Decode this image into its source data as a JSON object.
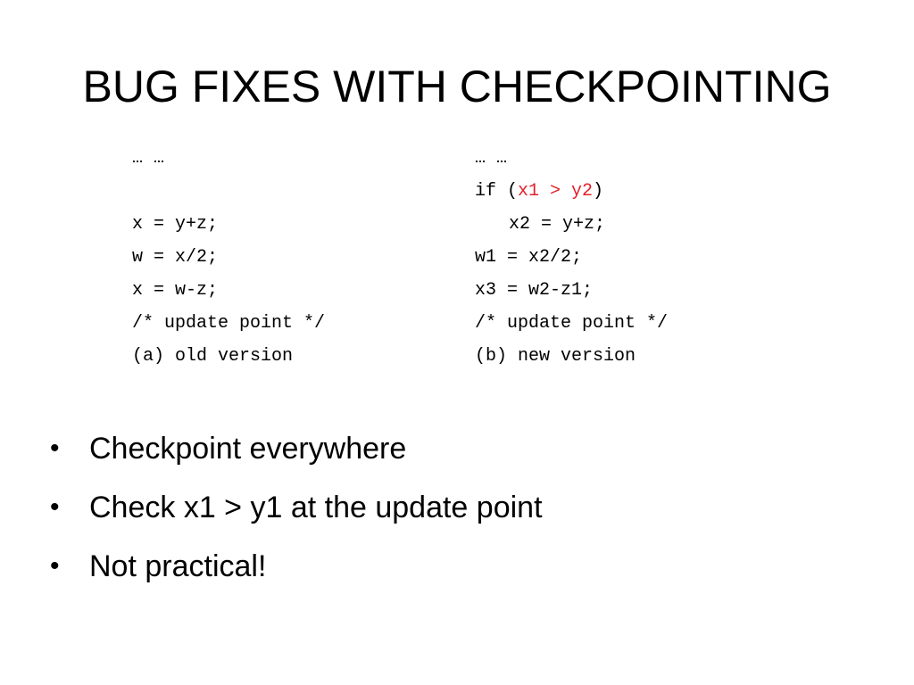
{
  "slide": {
    "title": "BUG FIXES WITH CHECKPOINTING",
    "old_version": {
      "lines": [
        "… …",
        "",
        "x = y+z;",
        "w = x/2;",
        "x = w-z;",
        "/* update point */",
        "(a) old version"
      ]
    },
    "new_version": {
      "line1": "… …",
      "if_open": "if (",
      "condition": "x1 > y2",
      "if_close": ")",
      "line3": "x2 = y+z;",
      "line4": "w1 = x2/2;",
      "line5": "x3 = w2-z1;",
      "line6": "/* update point */",
      "caption": "(b) new version"
    },
    "bullets": [
      "Checkpoint everywhere",
      "Check x1 > y1 at the update point",
      "Not practical!"
    ],
    "colors": {
      "highlight": "#e3202b",
      "text": "#000000",
      "background": "#ffffff"
    }
  }
}
